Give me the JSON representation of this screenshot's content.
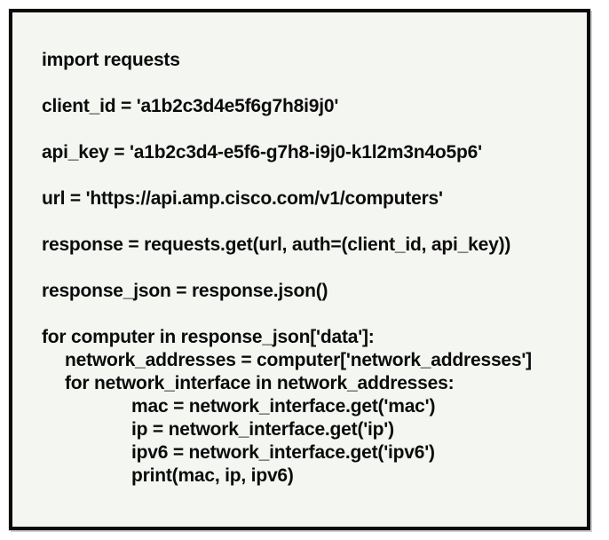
{
  "colors": {
    "page_background": "#ffffff",
    "box_background": "#f4f6f2",
    "box_border": "#0a0a0a",
    "text": "#0b0b0b"
  },
  "code_box": {
    "lines": [
      {
        "text": "import requests",
        "indent": 0
      },
      {
        "text": "",
        "indent": 0
      },
      {
        "text": "client_id = 'a1b2c3d4e5f6g7h8i9j0'",
        "indent": 0
      },
      {
        "text": "",
        "indent": 0
      },
      {
        "text": "api_key = 'a1b2c3d4-e5f6-g7h8-i9j0-k1l2m3n4o5p6'",
        "indent": 0
      },
      {
        "text": "",
        "indent": 0
      },
      {
        "text": "url = 'https://api.amp.cisco.com/v1/computers'",
        "indent": 0
      },
      {
        "text": "",
        "indent": 0
      },
      {
        "text": "response = requests.get(url, auth=(client_id, api_key))",
        "indent": 0
      },
      {
        "text": "",
        "indent": 0
      },
      {
        "text": "response_json = response.json()",
        "indent": 0
      },
      {
        "text": "",
        "indent": 0
      },
      {
        "text": "for computer in response_json['data']:",
        "indent": 0
      },
      {
        "text": "network_addresses = computer['network_addresses']",
        "indent": 1
      },
      {
        "text": "for network_interface in network_addresses:",
        "indent": 1
      },
      {
        "text": "mac = network_interface.get('mac')",
        "indent": 2
      },
      {
        "text": "ip = network_interface.get('ip')",
        "indent": 2
      },
      {
        "text": "ipv6 = network_interface.get('ipv6')",
        "indent": 2
      },
      {
        "text": "print(mac, ip, ipv6)",
        "indent": 2
      }
    ]
  }
}
